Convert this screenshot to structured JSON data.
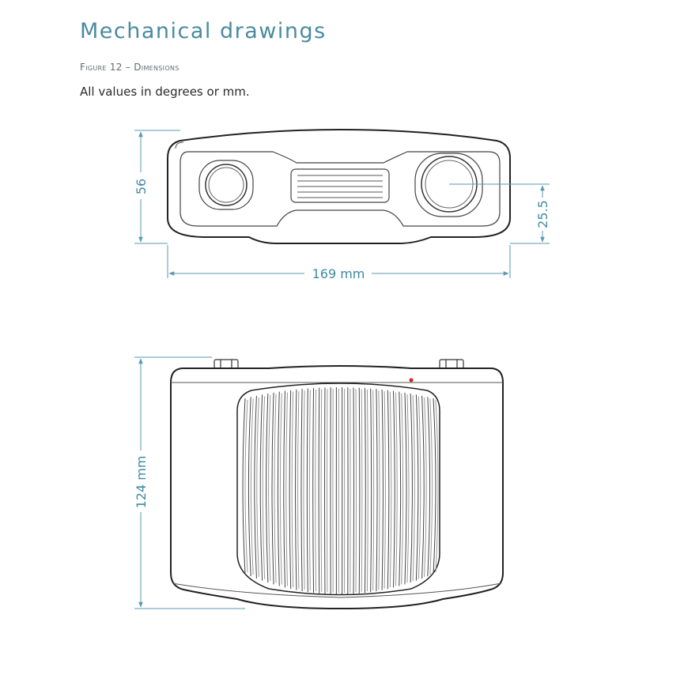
{
  "heading": "Mechanical drawings",
  "figure_caption": "Figure 12 – Dimensions",
  "note": "All values in degrees or mm.",
  "front_view": {
    "height_label": "56",
    "width_label": "169 mm",
    "lens_center_label": "25.5"
  },
  "top_view": {
    "depth_label": "124 mm",
    "indicator_color": "#d42020"
  },
  "colors": {
    "accent": "#4a8b9f",
    "dimension_line": "#5a9ab0",
    "outline": "#222222"
  }
}
